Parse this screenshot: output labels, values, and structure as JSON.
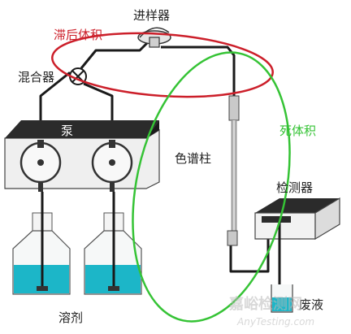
{
  "labels": {
    "injector": "进样器",
    "lag_volume": "滞后体积",
    "mixer": "混合器",
    "pump": "泵",
    "column": "色谱柱",
    "dead_volume": "死体积",
    "detector": "检测器",
    "solvent": "溶剂",
    "waste": "废液"
  },
  "watermark": {
    "cn": "嘉峪检测网",
    "en": "AnyTesting.com"
  },
  "colors": {
    "lag_ellipse": "#cc1f2a",
    "dead_ellipse": "#35c335",
    "tubing": "#1a1a1a",
    "liquid": "#1cb6c8",
    "pump_top": "#2b2b2b",
    "watermark": "#b9b9b9"
  }
}
